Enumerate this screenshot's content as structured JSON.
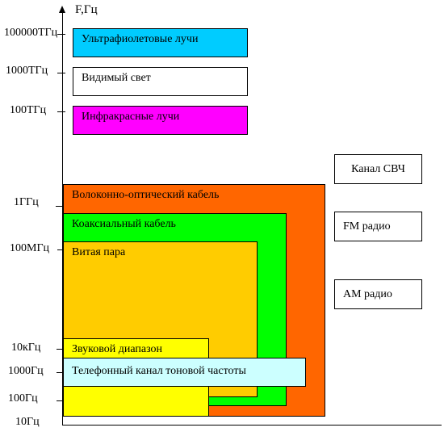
{
  "axis": {
    "y_title": "F,Гц"
  },
  "ticks": [
    {
      "label": "100000ТГц"
    },
    {
      "label": "1000ТГц"
    },
    {
      "label": "100ТГц"
    },
    {
      "label": "1ГГц"
    },
    {
      "label": "100МГц"
    },
    {
      "label": "10кГц"
    },
    {
      "label": "1000Гц"
    },
    {
      "label": "100Гц"
    },
    {
      "label": "10Гц"
    }
  ],
  "bands": {
    "uv": {
      "label": "Ультрафиолетовые лучи",
      "color": "#00ccff"
    },
    "visible": {
      "label": "Видимый свет",
      "color": "#ffffff"
    },
    "infrared": {
      "label": "Инфракрасные лучи",
      "color": "#ff00ff"
    },
    "fiber": {
      "label": "Волоконно-оптический кабель",
      "color": "#ff6600"
    },
    "coax": {
      "label": "Коаксиальный кабель",
      "color": "#00ff00"
    },
    "twisted": {
      "label": "Витая пара",
      "color": "#ffcc00"
    },
    "audio": {
      "label": "Звуковой диапазон",
      "color": "#ffff00"
    },
    "phone": {
      "label": "Телефонный канал тоновой частоты",
      "color": "#ccffff"
    }
  },
  "radio": {
    "microwave": {
      "label": "Канал СВЧ"
    },
    "fm": {
      "label": "FM радио"
    },
    "am": {
      "label": "АМ радио"
    }
  }
}
